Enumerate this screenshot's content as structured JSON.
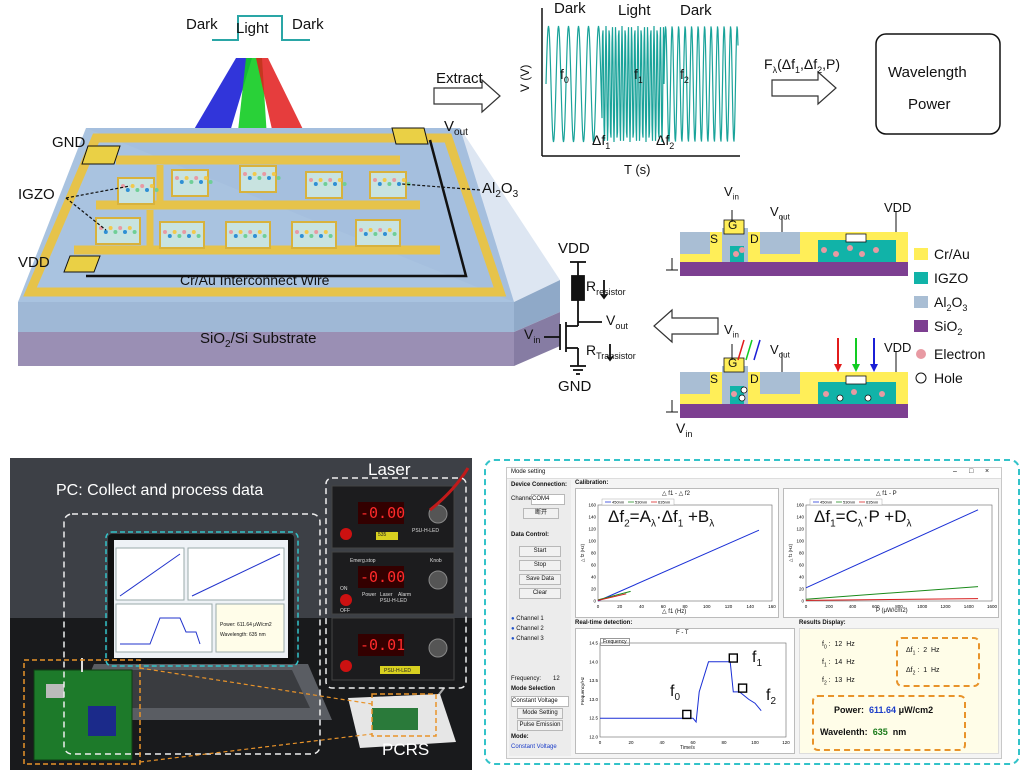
{
  "top": {
    "illum": {
      "dark_left": "Dark",
      "light": "Light",
      "dark_right": "Dark"
    },
    "device": {
      "gnd": "GND",
      "vout": "V",
      "vout_sub": "out",
      "al2o3": "Al",
      "al2o3_sub1": "2",
      "al2o3_o": "O",
      "al2o3_sub2": "3",
      "igzo": "IGZO",
      "vdd": "VDD",
      "wire": "Cr/Au Interconnect Wire",
      "substrate_a": "SiO",
      "substrate_sub": "2",
      "substrate_b": "/Si Substrate"
    },
    "extract": "Extract",
    "wave": {
      "dark_left": "Dark",
      "light": "Light",
      "dark_right": "Dark",
      "ylabel": "V (V)",
      "xlabel": "T (s)",
      "f0": "f",
      "f0_sub": "0",
      "f1": "f",
      "f1_sub": "1",
      "f2": "f",
      "f2_sub": "2",
      "df1": "Δf",
      "df1_sub": "1",
      "df2": "Δf",
      "df2_sub": "2"
    },
    "func": {
      "F": "F",
      "sub": "λ",
      "args": "(Δf",
      "a1": "1",
      "mid": ",Δf",
      "a2": "2",
      "end": ",P)"
    },
    "result_box": {
      "line1": "Wavelength",
      "line2": "Power"
    },
    "circuit": {
      "vdd": "VDD",
      "r_res": "R",
      "r_res_sub": "resistor",
      "vout": "V",
      "vout_sub": "out",
      "vin": "V",
      "vin_sub": "in",
      "r_tr": "R",
      "r_tr_sub": "Transistor",
      "gnd": "GND"
    },
    "cross": {
      "vin": "V",
      "vin_sub": "in",
      "g": "G",
      "s": "S",
      "d": "D",
      "vout": "V",
      "vout_sub": "out",
      "vdd": "VDD"
    },
    "legend": [
      {
        "label": "Cr/Au",
        "color": "#ffee58"
      },
      {
        "label": "IGZO",
        "color": "#11b3a8"
      },
      {
        "label": "Al",
        "sub": "2",
        "label2": "O",
        "sub2": "3",
        "color": "#a9bed4"
      },
      {
        "label": "SiO",
        "sub": "2",
        "color": "#7d3f91"
      },
      {
        "label": "Electron",
        "color": "#e89aa3"
      },
      {
        "label": "Hole",
        "color": "#ffffff"
      }
    ]
  },
  "photo": {
    "pc_label": "PC: Collect and process data",
    "laser_label": "Laser",
    "pcrs_label": "PCRS",
    "laptop_power": "Power:",
    "laptop_power_val": "611.64 μW/cm2",
    "laptop_wl": "Wavelength:",
    "laptop_wl_val": "635",
    "laptop_wl_unit": "nm",
    "psu": [
      {
        "display": "-0.00",
        "name": "PSU-H-LED",
        "tag": "535"
      },
      {
        "display": "-0.00",
        "name": "PSU-H-LED",
        "tag": ""
      },
      {
        "display": "-0.01",
        "name": "PSU-H-LED",
        "tag": ""
      }
    ],
    "emergency": "Emerg.stop",
    "knob": "Knob",
    "power": "Power",
    "laser": "Laser",
    "alarm": "Alarm",
    "on": "ON",
    "off": "OFF"
  },
  "software": {
    "title": "Mode setting",
    "win_controls": [
      "–",
      "□",
      "×"
    ],
    "device_connection": "Device Connection:",
    "channel_label": "Channel:",
    "channel_value": "COM4",
    "disconnect": "断开",
    "data_control": "Data Control:",
    "buttons": [
      "Start",
      "Stop",
      "Save Data",
      "Clear"
    ],
    "channels": [
      "Channel 1",
      "Channel 2",
      "Channel 3"
    ],
    "frequency_label": "Frequency:",
    "frequency_value": "12",
    "mode_selection": "Mode Selection",
    "mode_option": "Constant Voltage",
    "mode_setting": "Mode Setting",
    "pulse_emission": "Pulse Emission",
    "mode_label": "Mode:",
    "mode_value": "Constant Voltage",
    "calibration": "Calibration:",
    "realtime": "Real-time detection:",
    "results_display": "Results Display:",
    "chart1": {
      "title": "△ f1 - △ f2",
      "xlabel": "△ f1 (Hz)",
      "ylabel": "△ f2 (Hz)",
      "legend": [
        "450nm",
        "530nm",
        "635nm"
      ],
      "eq_a": "Δf",
      "eq_a_sub": "2",
      "eq_b": "=A",
      "eq_b_sub": "λ",
      "eq_c": "·Δf",
      "eq_c_sub": "1",
      "eq_d": " +B",
      "eq_d_sub": "λ",
      "xticks": [
        "0",
        "20",
        "40",
        "60",
        "80",
        "100",
        "120",
        "140",
        "160"
      ],
      "yticks": [
        "0",
        "20",
        "40",
        "60",
        "80",
        "100",
        "120",
        "140",
        "160"
      ]
    },
    "chart2": {
      "title": "△ f1 - P",
      "xlabel": "P (μW/cm2)",
      "ylabel": "△ f1 (Hz)",
      "legend": [
        "450nm",
        "530nm",
        "635nm"
      ],
      "eq_a": "Δf",
      "eq_a_sub": "1",
      "eq_b": "=C",
      "eq_b_sub": "λ",
      "eq_c": "·P +D",
      "eq_c_sub": "λ",
      "xticks": [
        "0",
        "200",
        "400",
        "600",
        "800",
        "1000",
        "1200",
        "1400",
        "1600"
      ],
      "yticks": [
        "0",
        "20",
        "40",
        "60",
        "80",
        "100",
        "120",
        "140",
        "160"
      ]
    },
    "chart3": {
      "title": "F - T",
      "xlabel": "Time/s",
      "ylabel": "Frequency/Hz",
      "legend": "Frequency",
      "xticks": [
        "0",
        "20",
        "40",
        "60",
        "80",
        "100",
        "120"
      ],
      "yticks": [
        "12.0",
        "12.5",
        "13.0",
        "13.5",
        "14.0",
        "14.5"
      ],
      "f0": "f",
      "f0_sub": "0",
      "f1": "f",
      "f1_sub": "1",
      "f2": "f",
      "f2_sub": "2"
    },
    "results": {
      "f0_label": "f",
      "f0_sub": "0",
      "f0_value": "12",
      "f1_label": "f",
      "f1_sub": "1",
      "f1_value": "14",
      "f2_label": "f",
      "f2_sub": "2",
      "f2_value": "13",
      "unit": "Hz",
      "df1_label": "Δf",
      "df1_sub": "1",
      "df1_value": "2",
      "df2_label": "Δf",
      "df2_sub": "2",
      "df2_value": "1",
      "power_label": "Power:",
      "power_value": "611.64",
      "power_unit": "μW/cm2",
      "wl_label": "Wavelenth:",
      "wl_value": "635",
      "wl_unit": "nm"
    }
  }
}
